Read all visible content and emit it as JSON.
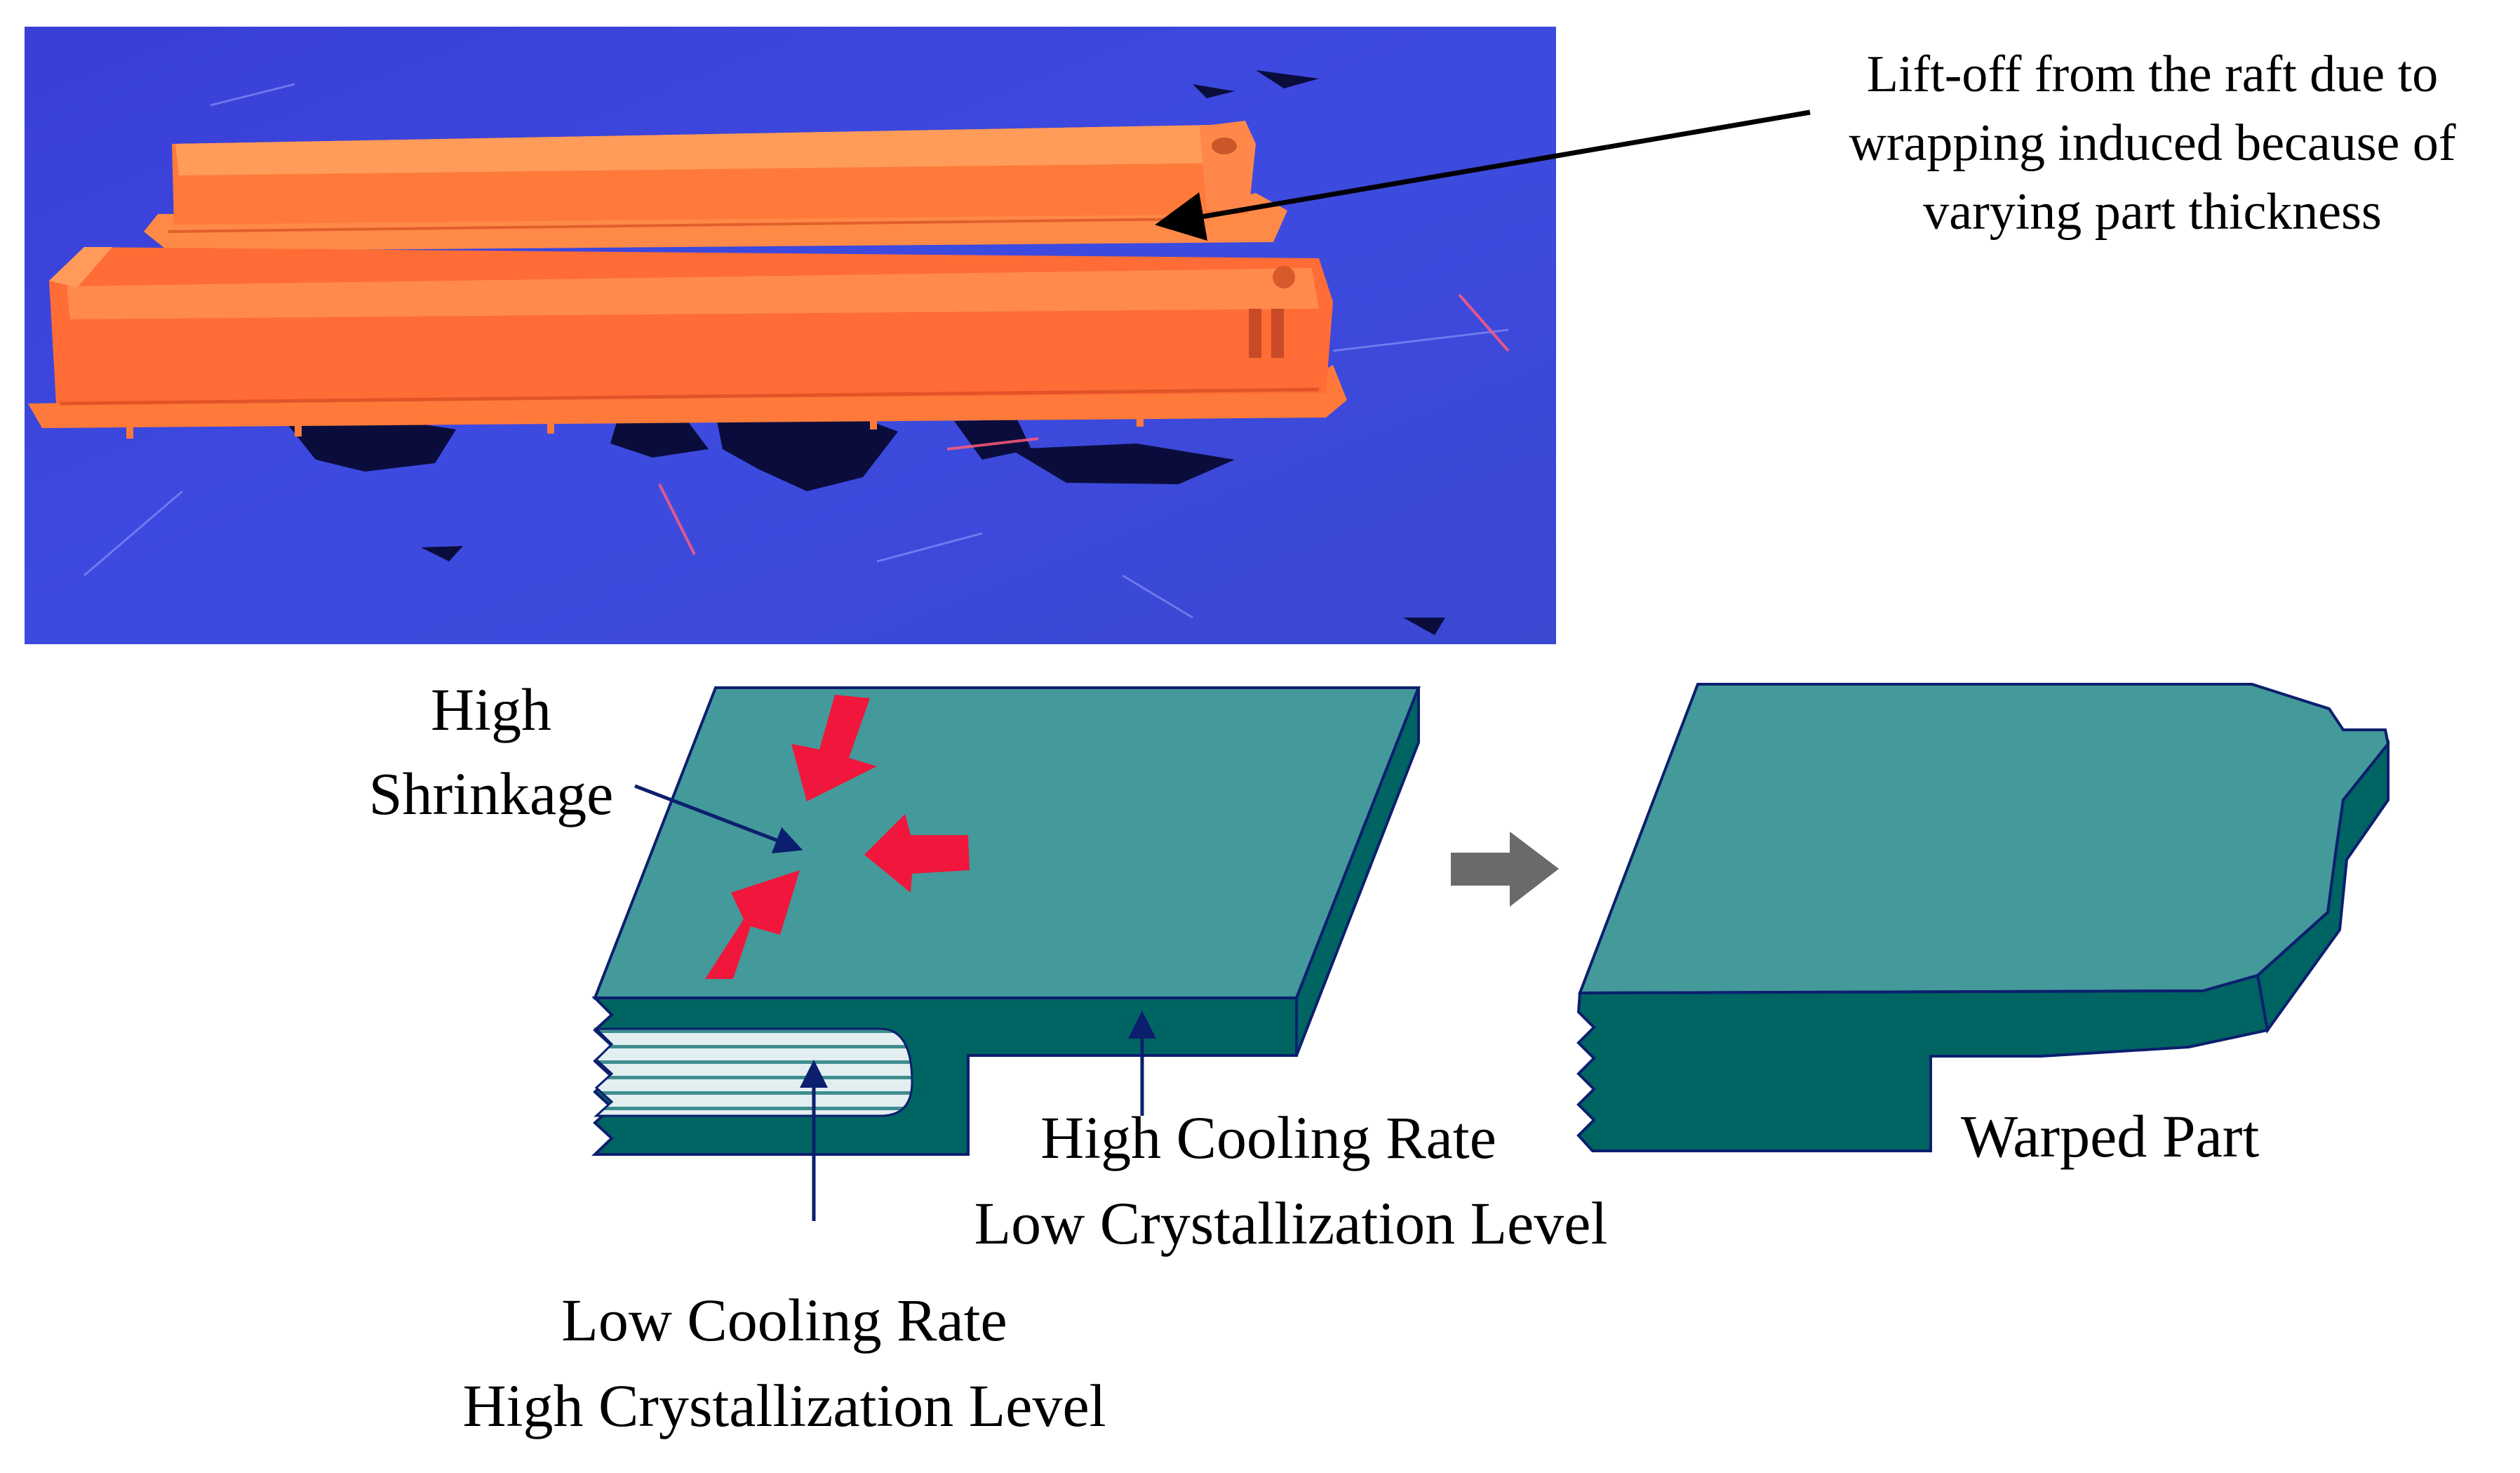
{
  "photo": {
    "annotation_lines": [
      "Lift-off from the raft due to",
      "wrapping induced because of",
      "varying part thickness"
    ]
  },
  "diagram": {
    "shrinkage_lines": [
      "High",
      "Shrinkage"
    ],
    "high_cooling_lines": [
      "High Cooling Rate",
      "Low Crystallization Level"
    ],
    "low_cooling_lines": [
      "Low Cooling Rate",
      "High Crystallization Level"
    ],
    "warped_label": "Warped Part"
  },
  "colors": {
    "photo_background": "#3b46d8",
    "printed_part": "#ff7a3a",
    "part_top": "#44999a",
    "part_side": "#006462",
    "part_outline": "#0c1f6e",
    "shrinkage_arrow": "#f0163c",
    "process_arrow": "#6a6a6a",
    "core_stripe": "#e3eef0"
  }
}
